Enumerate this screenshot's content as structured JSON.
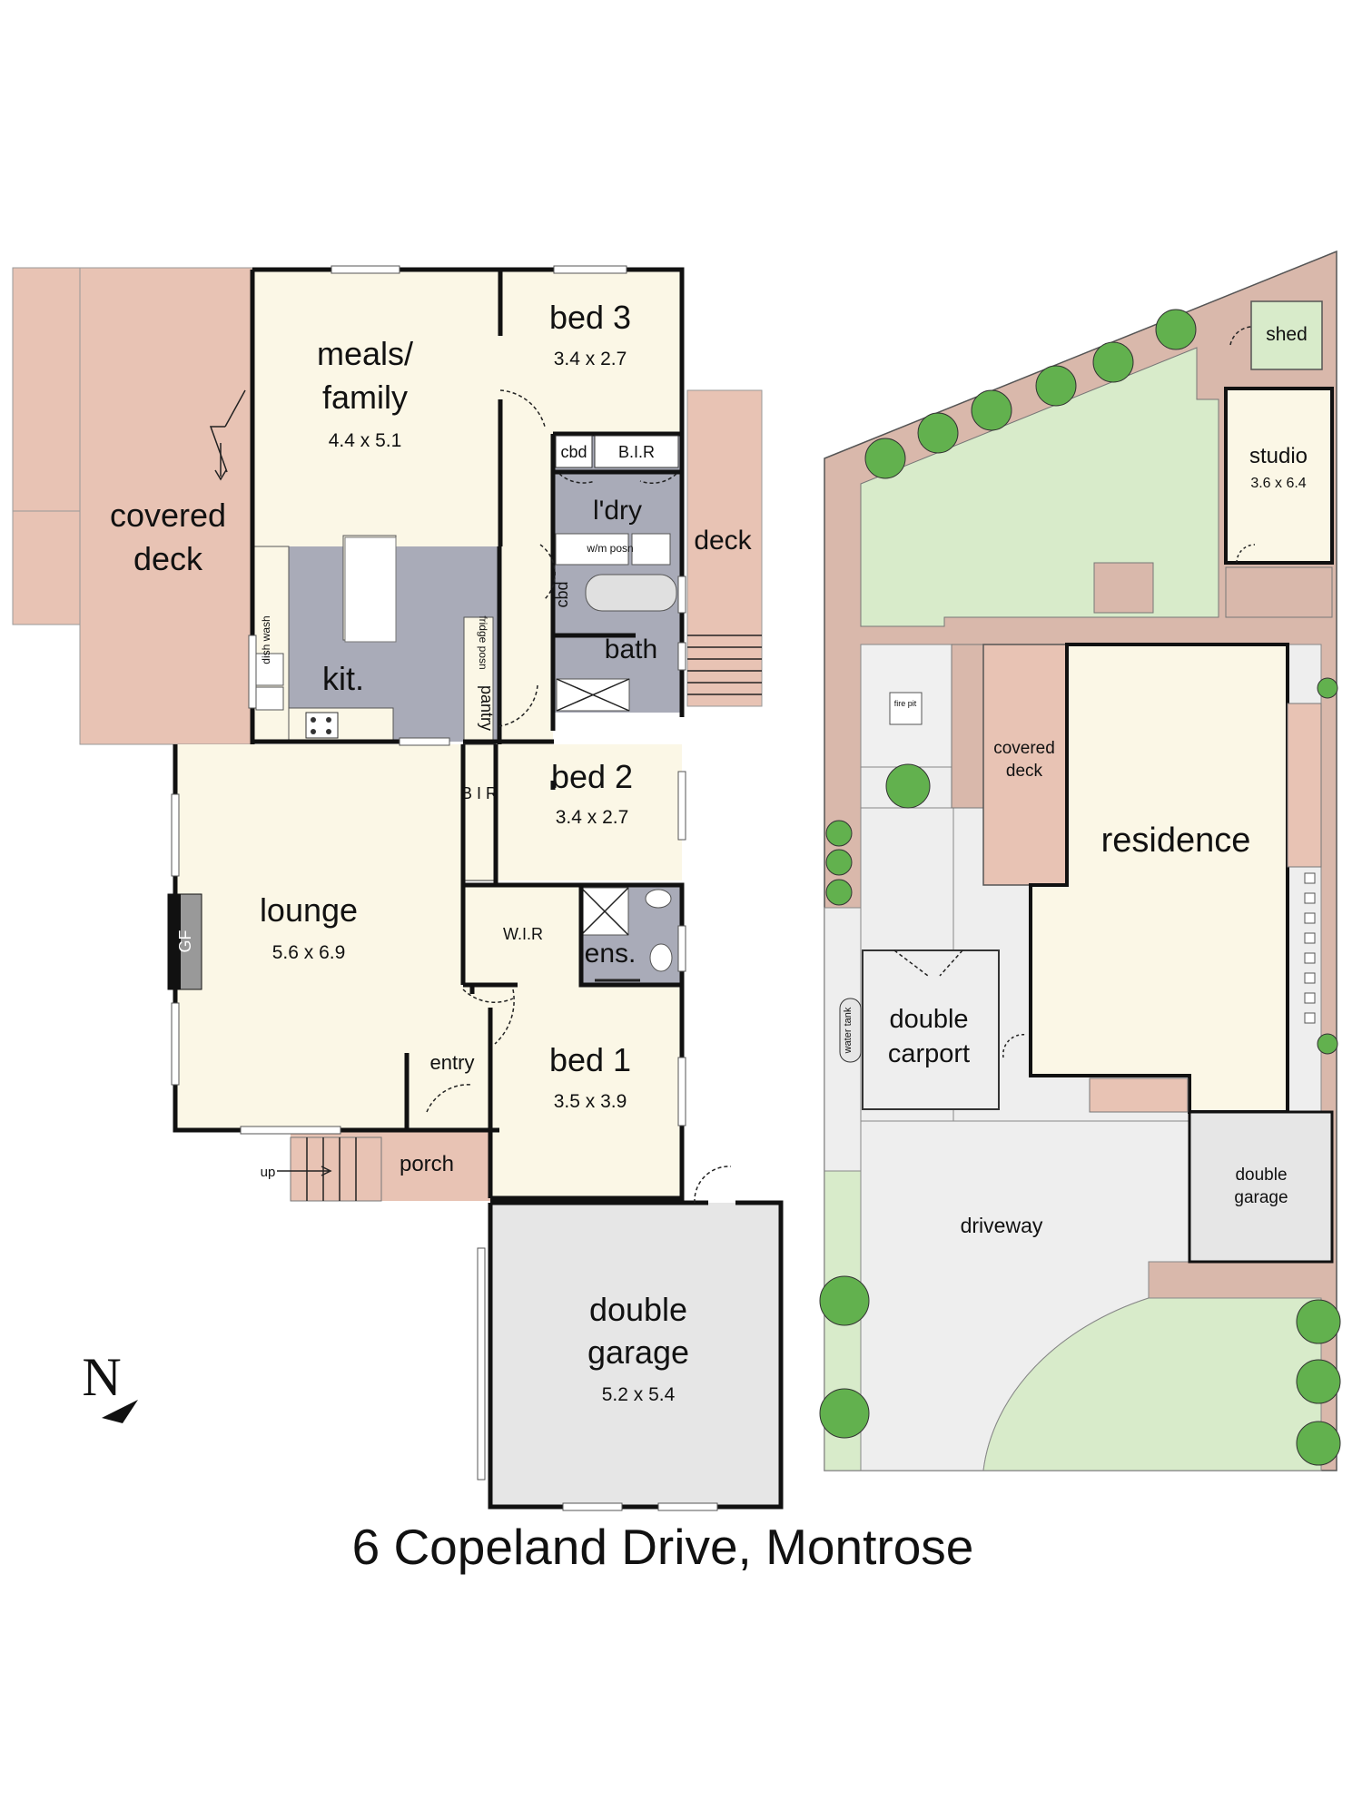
{
  "floorplan": {
    "covered_deck": {
      "line1": "covered",
      "line2": "deck"
    },
    "meals_family": {
      "line1": "meals/",
      "line2": "family",
      "dims": "4.4 x 5.1"
    },
    "bed3": {
      "name": "bed 3",
      "dims": "3.4 x 2.7"
    },
    "cbd_top": "cbd",
    "bir_top": "B.I.R",
    "laundry": "l'dry",
    "wm_posn": "w/m posn",
    "deck": "deck",
    "cbd_bath": "cbd",
    "bath": "bath",
    "dishwash": "dish wash",
    "fridge_posn": "fridge posn",
    "kitchen": "kit.",
    "pantry": "pantry",
    "bed2": {
      "name": "bed 2",
      "dims": "3.4 x 2.7"
    },
    "bir_side": "B I R",
    "lounge": {
      "name": "lounge",
      "dims": "5.6 x 6.9"
    },
    "gf": "GF",
    "wir": "W.I.R",
    "ensuite": "ens.",
    "entry": "entry",
    "bed1": {
      "name": "bed 1",
      "dims": "3.5 x 3.9"
    },
    "up": "up",
    "porch": "porch",
    "garage": {
      "line1": "double",
      "line2": "garage",
      "dims": "5.2 x 5.4"
    },
    "north": "N"
  },
  "siteplan": {
    "shed": "shed",
    "studio": {
      "name": "studio",
      "dims": "3.6 x 6.4"
    },
    "fire_pit": "fire pit",
    "covered_deck": {
      "line1": "covered",
      "line2": "deck"
    },
    "residence": "residence",
    "water_tank": "water tank",
    "carport": {
      "line1": "double",
      "line2": "carport"
    },
    "garage": {
      "line1": "double",
      "line2": "garage"
    },
    "driveway": "driveway"
  },
  "caption": "6 Copeland Drive, Montrose",
  "colors": {
    "room": "#fbf7e6",
    "wet_area": "#a9abb8",
    "deck": "#e8c3b4",
    "garage": "#e6e6e6",
    "lawn": "#d8ebca",
    "path": "#d9b8ab",
    "paving": "#eeeeee",
    "tree": "#62b14e"
  }
}
